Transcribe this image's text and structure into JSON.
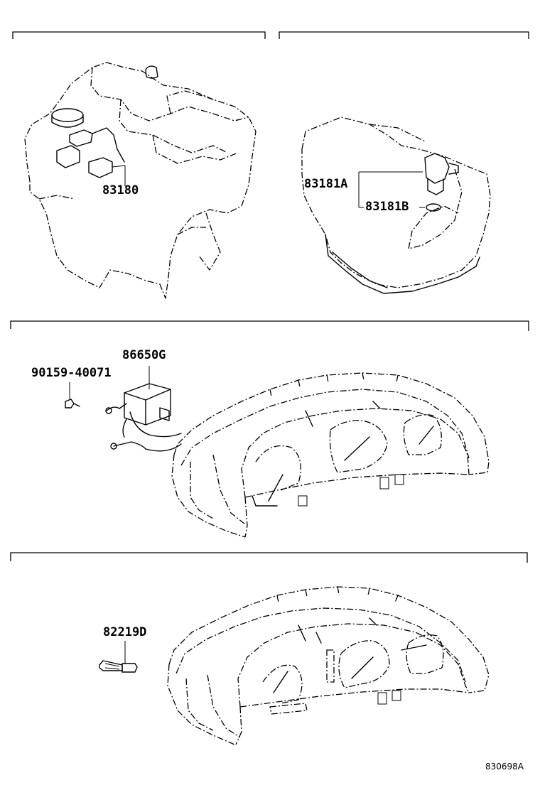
{
  "labels": {
    "p83180": "83180",
    "p83181a": "83181A",
    "p83181b": "83181B",
    "p86650g": "86650G",
    "p90159": "90159-40071",
    "p82219d": "82219D"
  },
  "figure_code": "830698A"
}
